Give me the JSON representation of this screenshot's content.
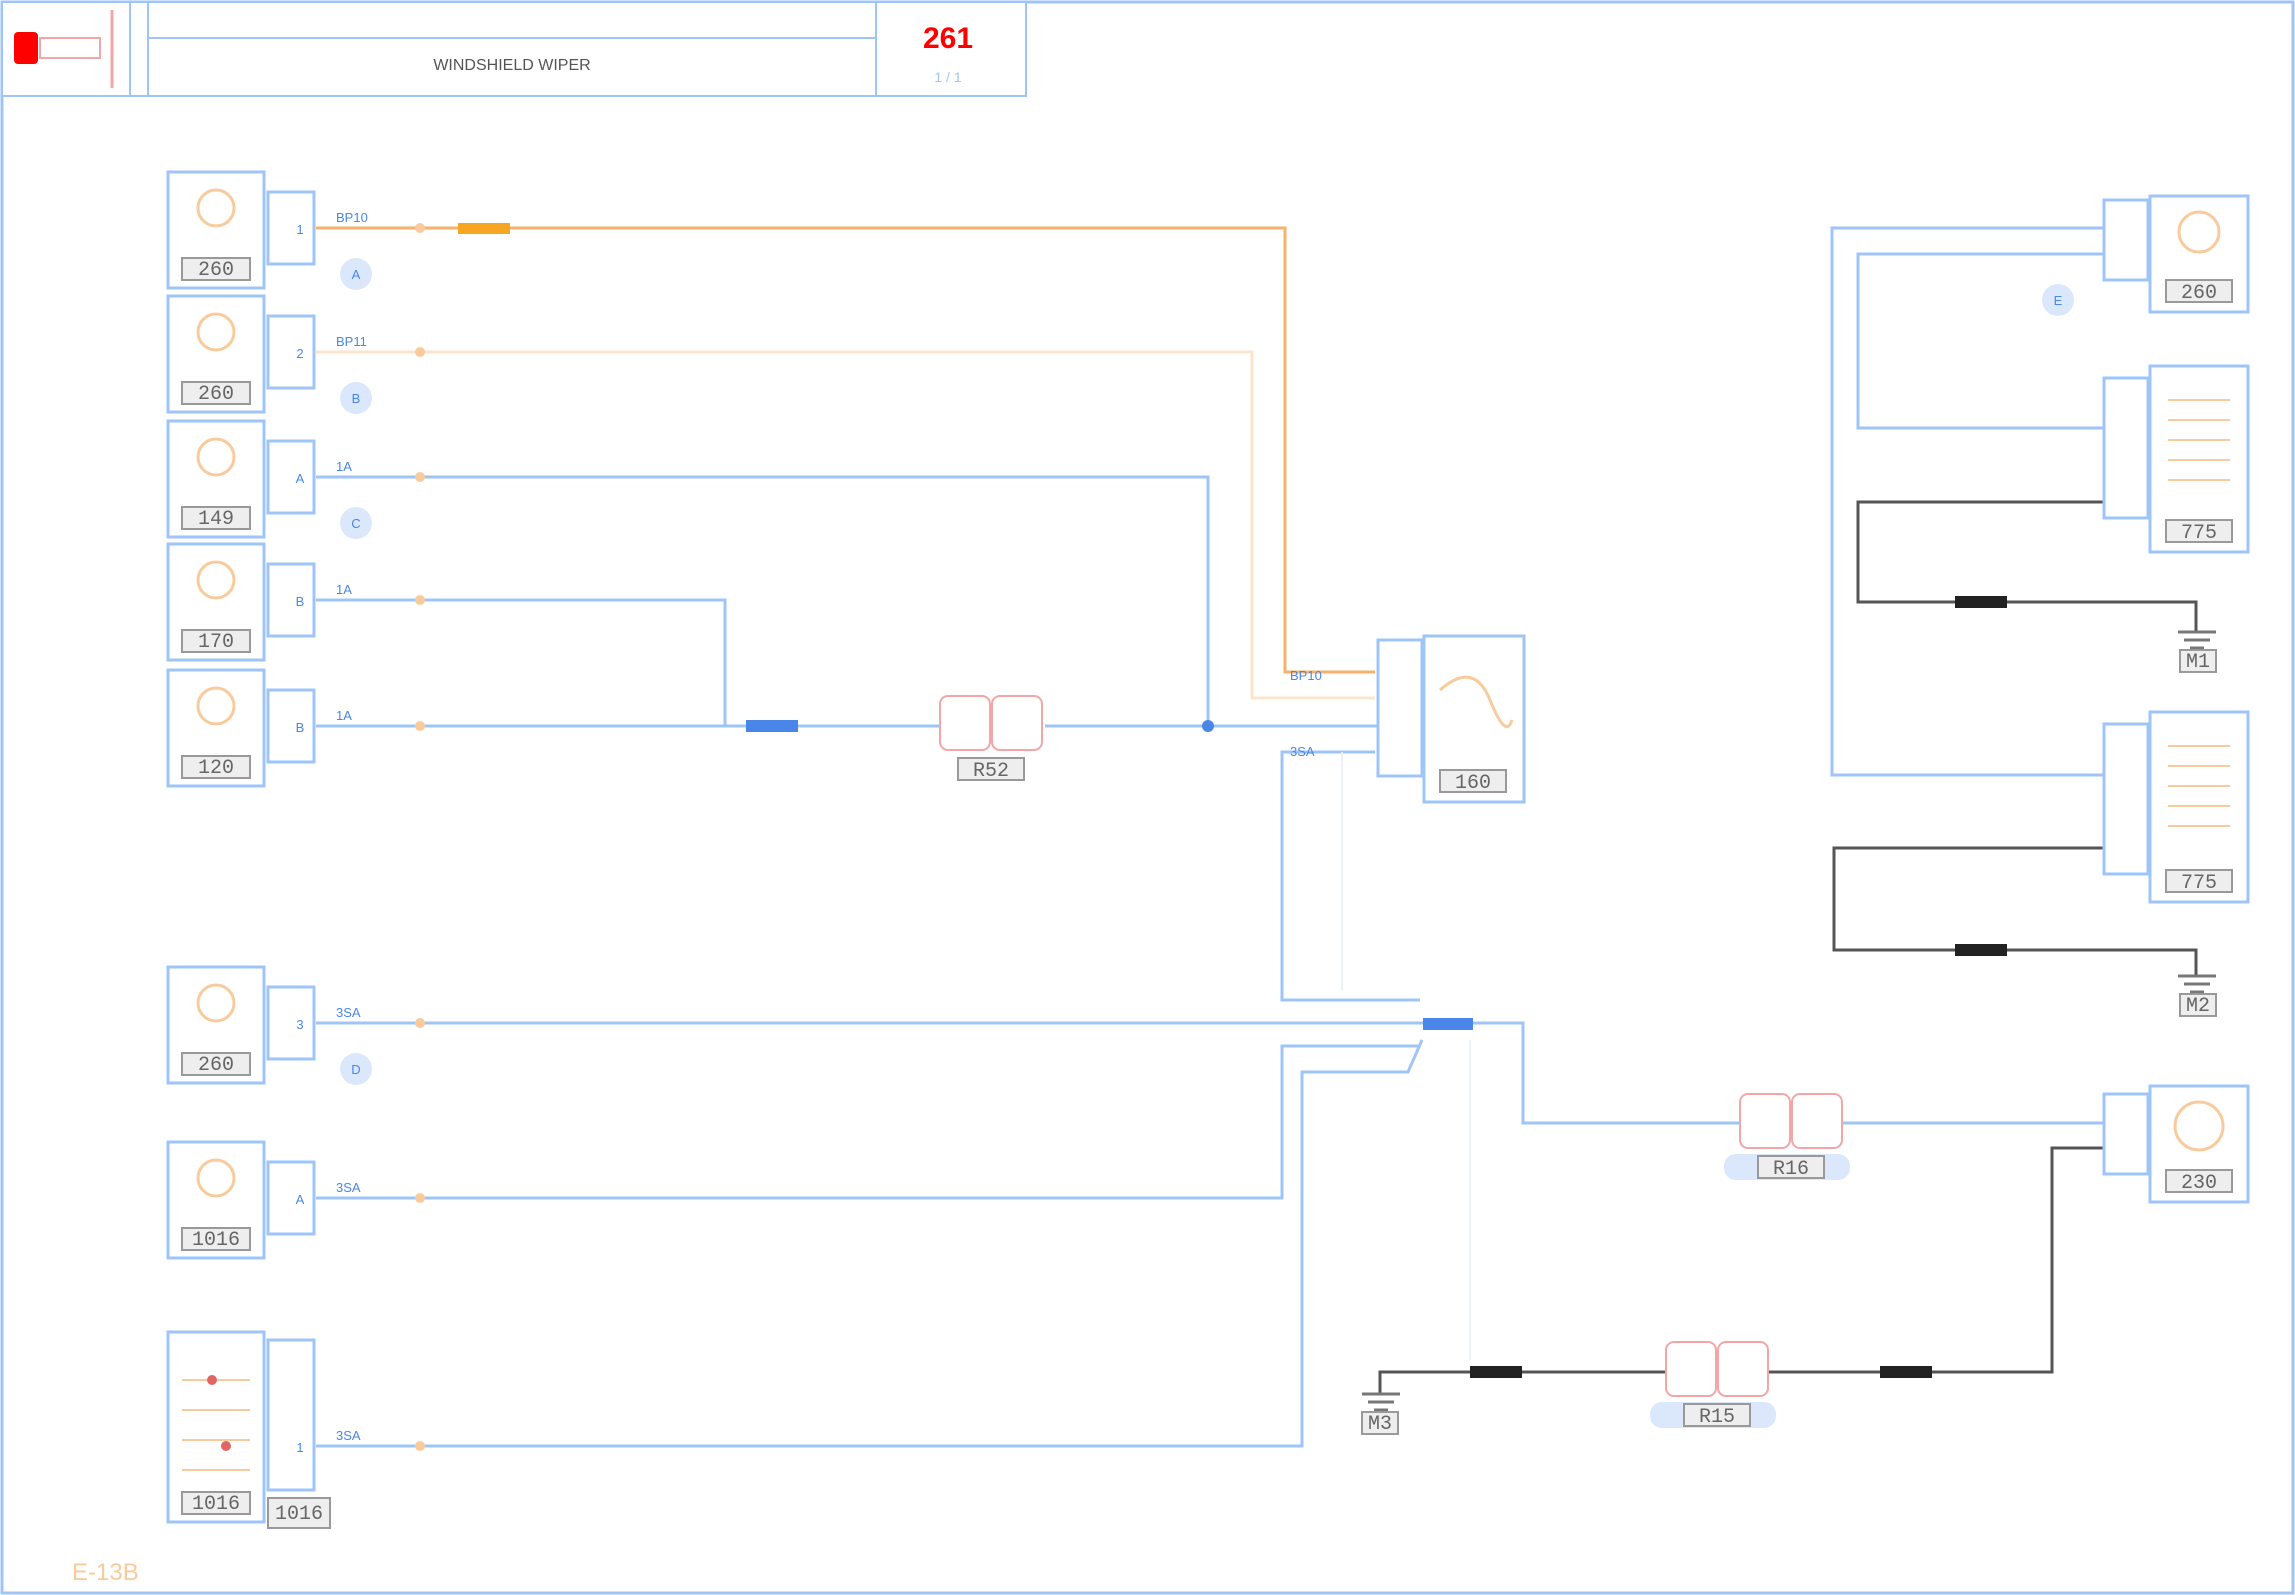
{
  "header": {
    "title": "WINDSHIELD WIPER",
    "page_code": "261",
    "page_sub": "1 / 1"
  },
  "footer": {
    "doc_ref": "E-13B"
  },
  "colors": {
    "frame": "#4a86e8",
    "wire_blue": "#4a86e8",
    "wire_orange": "#f6b26b",
    "wire_black": "#555555",
    "connector_red": "#e06666",
    "accent_red": "#ff0000"
  },
  "components": [
    {
      "id": "c1",
      "code": "260",
      "pin_box": "1",
      "wire": "BP10",
      "callout": "A"
    },
    {
      "id": "c2",
      "code": "260",
      "pin_box": "2",
      "wire": "BP11",
      "callout": "B"
    },
    {
      "id": "c3",
      "code": "149",
      "pin_box": "A",
      "wire": "1A",
      "callout": "C"
    },
    {
      "id": "c4",
      "code": "170",
      "pin_box": "B",
      "wire": "1A",
      "callout": ""
    },
    {
      "id": "c5",
      "code": "120",
      "pin_box": "B",
      "wire": "1A",
      "callout": ""
    },
    {
      "id": "c6",
      "code": "260",
      "pin_box": "3",
      "wire": "3SA",
      "callout": "D"
    },
    {
      "id": "c7",
      "code": "1016",
      "pin_box": "A",
      "wire": "3SA",
      "callout": ""
    },
    {
      "id": "c8",
      "code": "1016",
      "pin_box": "1",
      "wire": "3SA",
      "callout": ""
    }
  ],
  "right_components": [
    {
      "code": "260",
      "callout": "E"
    },
    {
      "code": "775",
      "callout": ""
    },
    {
      "code": "775",
      "callout": ""
    },
    {
      "code": "230",
      "callout": ""
    }
  ],
  "central_unit": {
    "code": "160",
    "wire_in": "BP10",
    "wire_in2": "3SA"
  },
  "connectors": [
    {
      "code": "R52"
    },
    {
      "code": "R16"
    },
    {
      "code": "R15"
    }
  ],
  "splices": [
    "BP10",
    "1A",
    "3SA",
    "3SA"
  ],
  "grounds": [
    "M1",
    "M2",
    "M3"
  ],
  "aux_box": "1016"
}
